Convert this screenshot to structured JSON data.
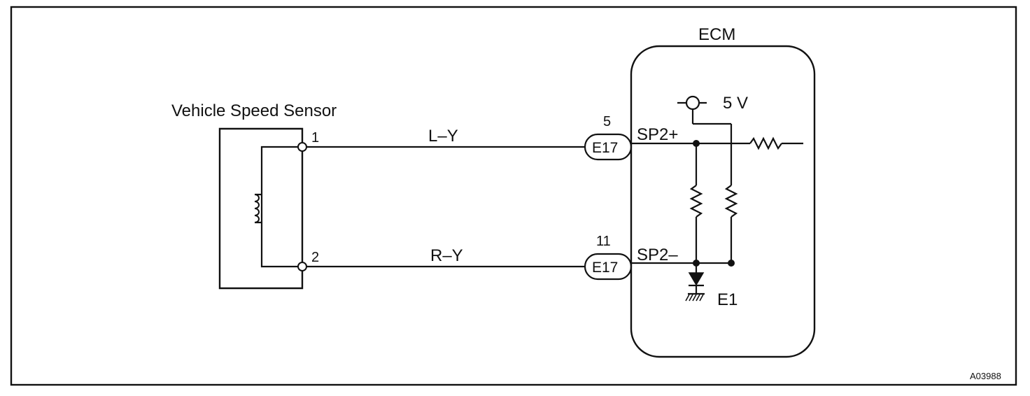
{
  "sensor": {
    "title": "Vehicle Speed Sensor",
    "pins": [
      "1",
      "2"
    ]
  },
  "wires": [
    "L–Y",
    "R–Y"
  ],
  "connectors": [
    {
      "pin": "5",
      "name": "E17"
    },
    {
      "pin": "11",
      "name": "E17"
    }
  ],
  "ecm": {
    "title": "ECM",
    "terminals": [
      "SP2+",
      "SP2–"
    ],
    "supply": "5 V",
    "ground": "E1"
  },
  "figure_id": "A03988"
}
